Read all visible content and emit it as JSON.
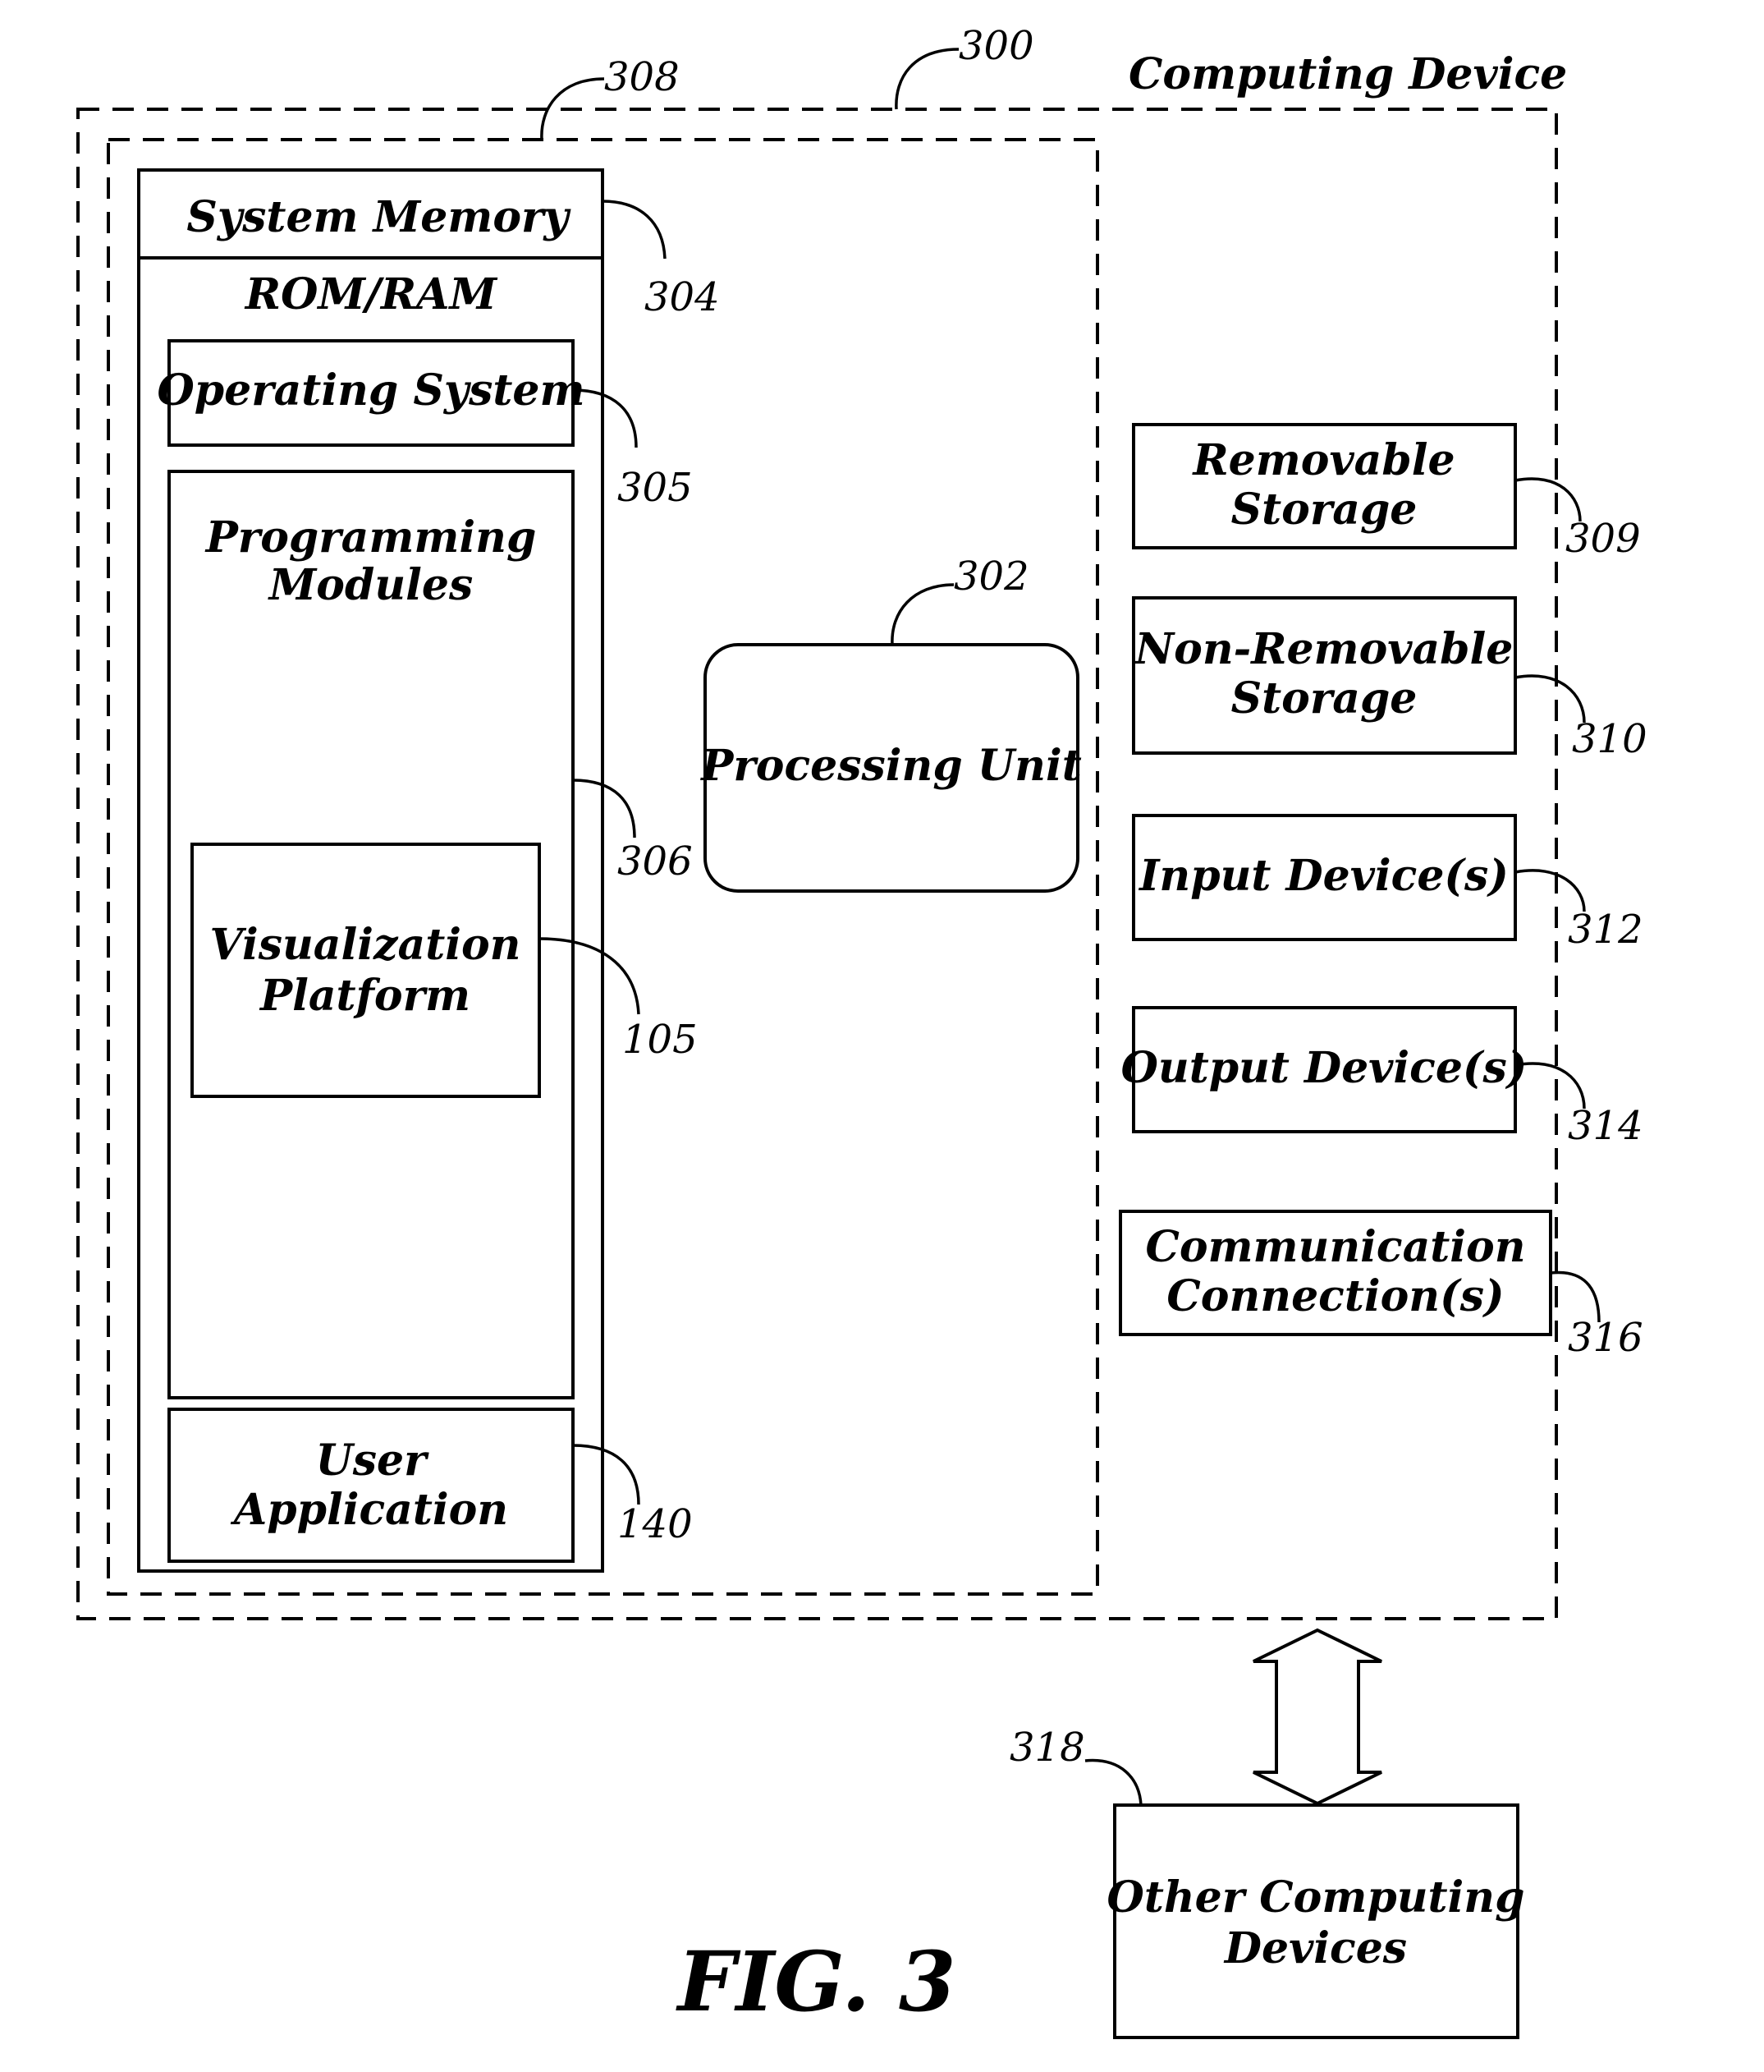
{
  "computing_device": {
    "label": "Computing Device",
    "ref": "300"
  },
  "inner_group": {
    "ref": "308"
  },
  "system_memory": {
    "label": "System Memory",
    "ref": "304",
    "sublabel": "ROM/RAM"
  },
  "operating_system": {
    "label": "Operating System",
    "ref": "305"
  },
  "programming_modules": {
    "line1": "Programming",
    "line2": "Modules",
    "ref": "306"
  },
  "visualization_platform": {
    "line1": "Visualization",
    "line2": "Platform",
    "ref": "105"
  },
  "user_application": {
    "line1": "User",
    "line2": "Application",
    "ref": "140"
  },
  "processing_unit": {
    "label": "Processing Unit",
    "ref": "302"
  },
  "removable_storage": {
    "line1": "Removable",
    "line2": "Storage",
    "ref": "309"
  },
  "non_removable_storage": {
    "line1": "Non-Removable",
    "line2": "Storage",
    "ref": "310"
  },
  "input_devices": {
    "label": "Input Device(s)",
    "ref": "312"
  },
  "output_devices": {
    "label": "Output Device(s)",
    "ref": "314"
  },
  "communication_connections": {
    "line1": "Communication",
    "line2": "Connection(s)",
    "ref": "316"
  },
  "other_computing_devices": {
    "line1": "Other Computing",
    "line2": "Devices",
    "ref": "318"
  },
  "figure_caption": "FIG. 3"
}
